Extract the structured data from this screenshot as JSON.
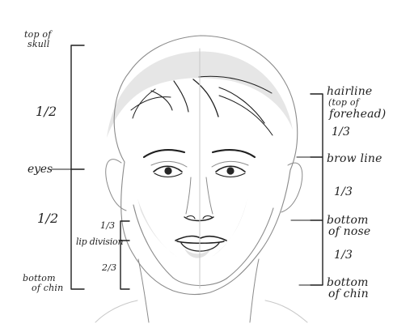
{
  "left_labels": {
    "top_of_skull_line1": "top of",
    "top_of_skull_line2": "skull",
    "half_upper": "1/2",
    "eyes": "eyes",
    "half_lower": "1/2",
    "third_upper": "1/3",
    "lip_division": "lip division",
    "two_thirds": "2/3",
    "bottom_of_chin_line1": "bottom",
    "bottom_of_chin_line2": "of chin"
  },
  "right_labels": {
    "hairline_line1": "hairline",
    "hairline_line2": "(top of",
    "hairline_line3": "forehead)",
    "third_1": "1/3",
    "brow_line": "brow line",
    "third_2": "1/3",
    "bottom_of_nose_line1": "bottom",
    "bottom_of_nose_line2": "of nose",
    "third_3": "1/3",
    "bottom_of_chin_line1": "bottom",
    "bottom_of_chin_line2": "of chin"
  }
}
